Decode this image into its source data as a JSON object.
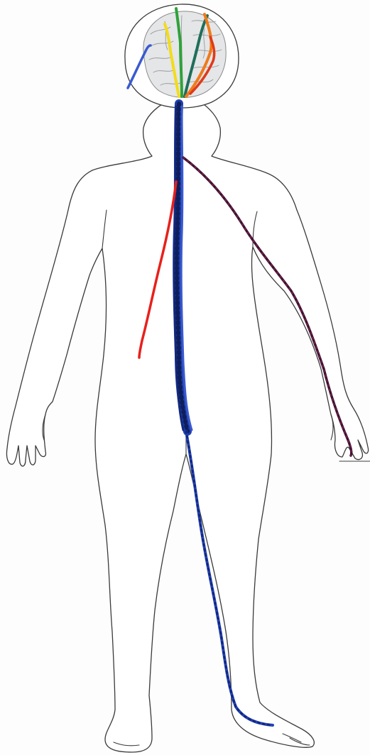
{
  "colors": {
    "paper": "#fdfdfd",
    "outline": "#3a3a3a",
    "brain_fill": "#e4e6e8",
    "spinal_cord": "#1f3fae",
    "spinal_cord_dark": "#13287a",
    "leg_nerve": "#2244b8",
    "arm_nerve": "#3a1430",
    "torso_nerve": "#e8201c",
    "brain_yellow": "#f2dc1a",
    "brain_green": "#2fa23a",
    "brain_teal": "#1f6e5a",
    "brain_orange": "#f07a1a",
    "brain_red": "#e03a1a",
    "brain_blue": "#3a5ad0"
  },
  "scene": {
    "subject": "child-body-outline",
    "yarn_strands": [
      "spinal-cord-yarn",
      "left-leg-nerve-yarn",
      "right-arm-nerve-yarn",
      "torso-red-nerve-yarn",
      "brain-yellow-yarn",
      "brain-green-yarn",
      "brain-teal-yarn",
      "brain-orange-yarn",
      "brain-blue-yarn"
    ]
  }
}
